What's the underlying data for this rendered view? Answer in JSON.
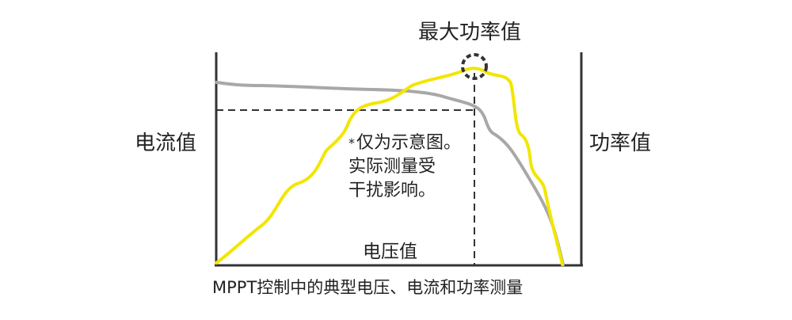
{
  "diagram": {
    "title_top": "最大功率值",
    "left_axis_label": "电流值",
    "right_axis_label": "功率值",
    "x_axis_label": "电压值",
    "note_marker": "*",
    "note_lines": [
      "仅为示意图。",
      "实际测量受",
      "干扰影响。"
    ],
    "caption": "MPPT控制中的典型电压、电流和功率测量",
    "colors": {
      "current_curve": "#a8a8a8",
      "power_curve": "#f2e600",
      "frame": "#333333",
      "guide": "#333333"
    }
  }
}
